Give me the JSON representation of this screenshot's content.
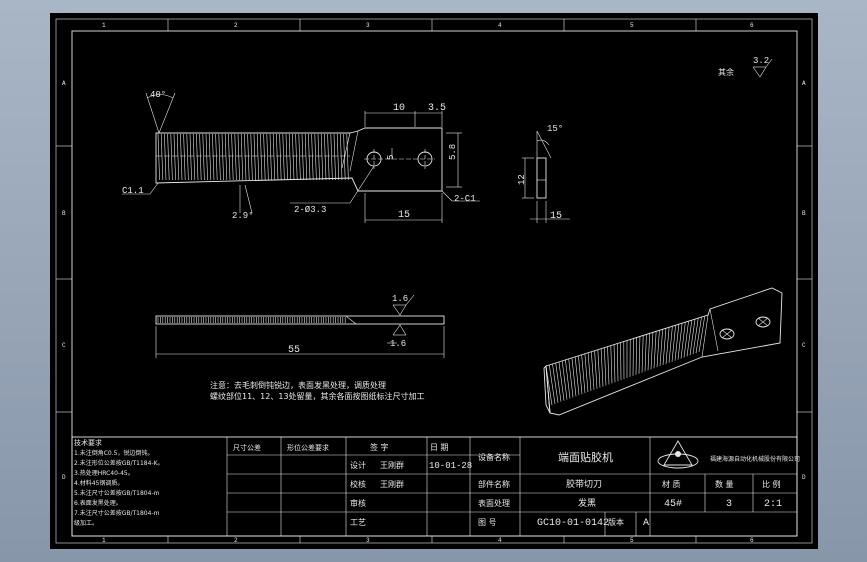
{
  "sheet": {
    "zones_top": [
      "1",
      "2",
      "3",
      "4",
      "5",
      "6"
    ],
    "zones_side": [
      "A",
      "B",
      "C",
      "D"
    ]
  },
  "dimensions": {
    "angle_40": "40°",
    "chamfer": "C1.1",
    "angle_29": "2.9°",
    "len_10": "10",
    "len_35": "3.5",
    "len_5": "5",
    "len_58": "5.8",
    "holes": "2-Ø3.3",
    "hole_callout": "2-C1",
    "len_15": "15",
    "side_15deg": "15°",
    "side_12": "12",
    "side_15": "15",
    "finish_32": "3.2",
    "finish_16a": "1.6",
    "finish_16b": "1.6",
    "len_55": "55",
    "rest_label": "其余"
  },
  "notes": {
    "line1": "注意：去毛刺倒钝锐边，表面发黑处理，调质处理",
    "line2": "螺纹部位11、12、13处留量，其余各面按图纸标注尺寸加工"
  },
  "title_block": {
    "tech_req": "技术要求",
    "req_lines": [
      "1.未注倒角C0.5，锐边倒钝。",
      "2.未注形位公差按GB/T1184-K。",
      "3.热处理HRC40-45。",
      "4.材料45钢调质。",
      "5.未注尺寸公差按GB/T1804-m",
      "6.表面发黑处理。",
      "7.未注尺寸公差按GB/T1804-m",
      "  级加工。"
    ],
    "std_size": "尺寸公差",
    "shape_req": "形位公差要求",
    "sign": "签 字",
    "date_label": "日 期",
    "design": "设计",
    "design_name": "王刚群",
    "date_val": "10-01-28",
    "check": "校核",
    "check_name": "王刚群",
    "review": "审核",
    "process": "工艺",
    "equip_label": "设备名称",
    "equip_val": "端面贴胶机",
    "part_label": "部件名称",
    "part_val": "胶带切刀",
    "heat_label": "表面处理",
    "heat_val": "发黑",
    "drawing_no_label": "图 号",
    "drawing_no": "GC10-01-0142",
    "rev_label": "版本",
    "rev": "A",
    "company": "福建海源自动化机械股份有限公司",
    "material_label": "材 质",
    "qty_label": "数 量",
    "scale_label": "比 例",
    "material": "45#",
    "qty": "3",
    "scale": "2:1"
  }
}
